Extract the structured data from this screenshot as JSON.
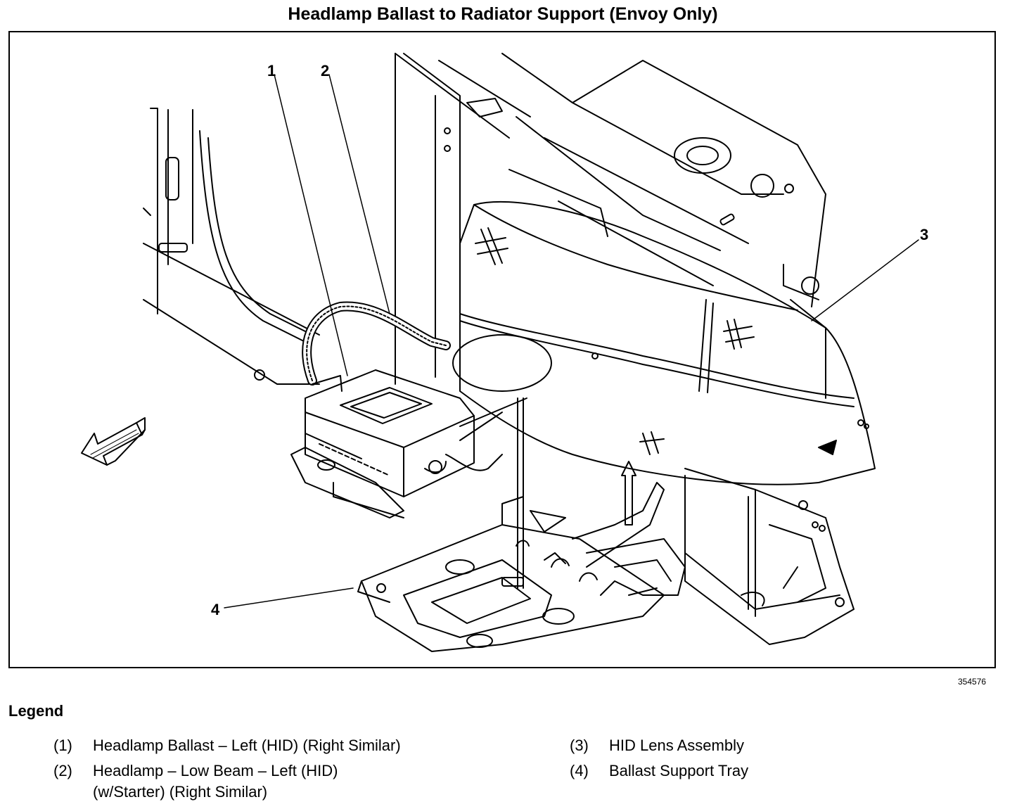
{
  "title": "Headlamp Ballast to Radiator Support (Envoy Only)",
  "figure_id": "354576",
  "callouts": [
    "1",
    "2",
    "3",
    "4"
  ],
  "legend": {
    "heading": "Legend",
    "items": [
      {
        "num": "(1)",
        "desc": "Headlamp Ballast – Left (HID) (Right Similar)"
      },
      {
        "num": "(2)",
        "desc": "Headlamp – Low Beam – Left (HID)",
        "desc2": "(w/Starter) (Right Similar)"
      },
      {
        "num": "(3)",
        "desc": "HID Lens Assembly"
      },
      {
        "num": "(4)",
        "desc": "Ballast Support Tray"
      }
    ]
  }
}
